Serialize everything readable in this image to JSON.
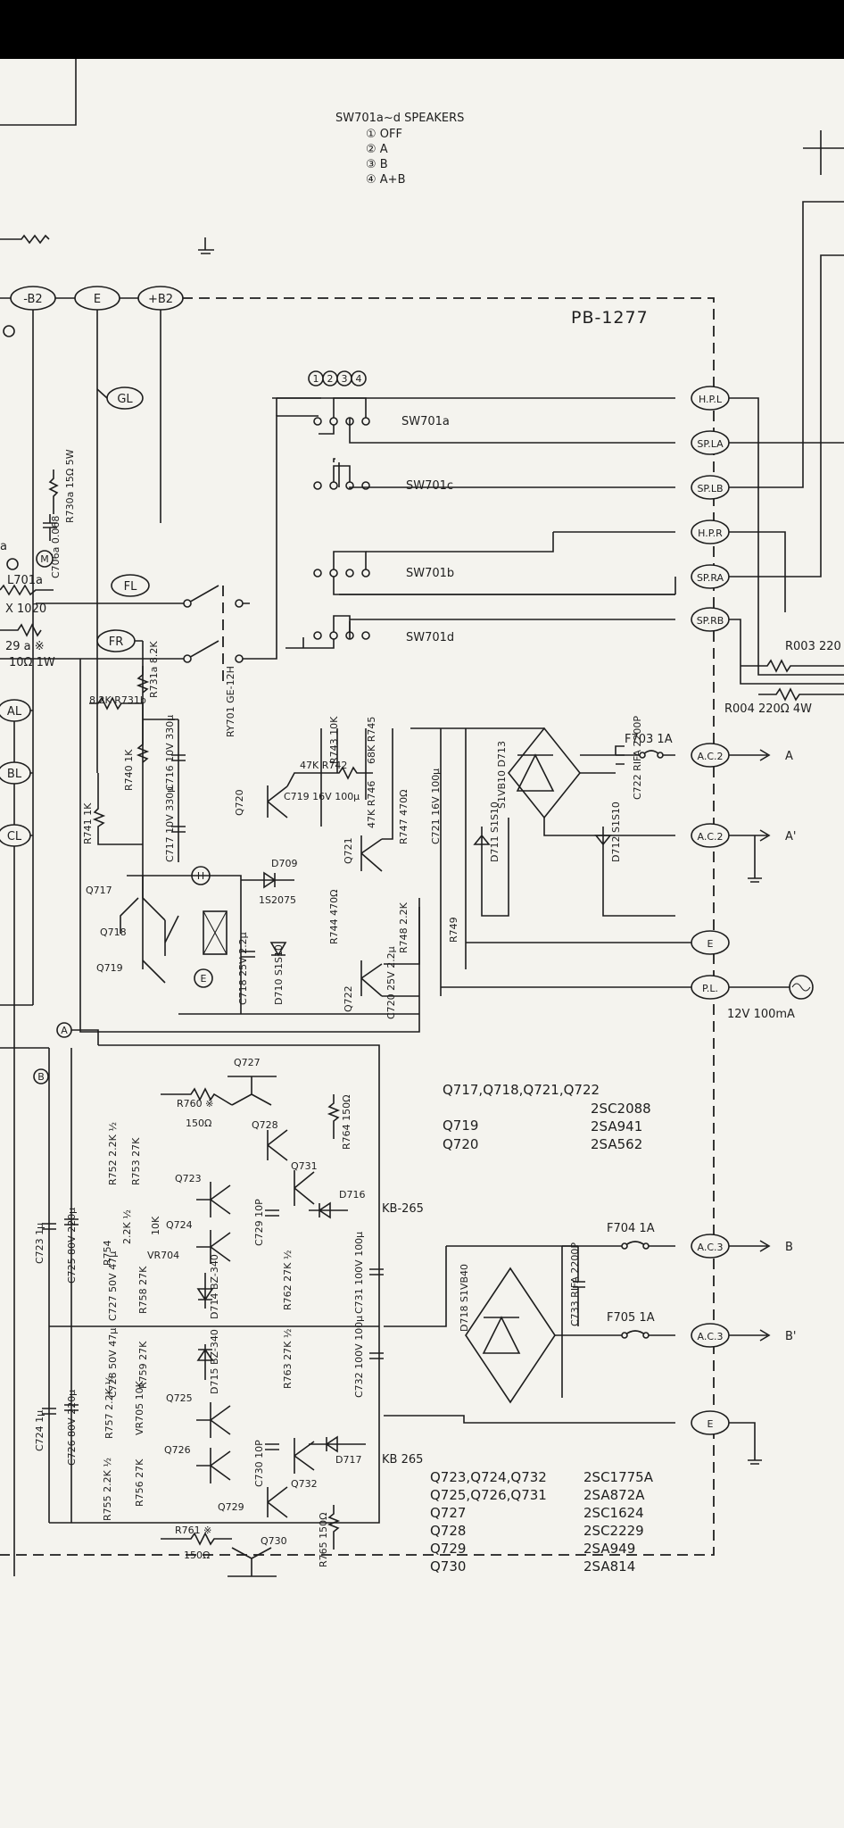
{
  "switch_legend": {
    "title": "SW701a~d   SPEAKERS",
    "items": [
      "① OFF",
      "② A",
      "③ B",
      "④ A+B"
    ]
  },
  "board": {
    "name": "PB-1277",
    "switch_positions": [
      "1",
      "2",
      "3",
      "4"
    ],
    "switches": [
      "SW701a",
      "SW701c",
      "SW701b",
      "SW701d"
    ]
  },
  "top_terminals": [
    "-B2",
    "E",
    "+B2"
  ],
  "left_terminals": [
    "GL",
    "FL",
    "FR",
    "AL",
    "BL",
    "CL",
    "H",
    "E",
    "A",
    "B"
  ],
  "output_terminals": [
    "H.P.L",
    "SP.LA",
    "SP.LB",
    "H.P.R",
    "SP.RA",
    "SP.RB"
  ],
  "power_terminals": [
    {
      "label": "A.C.2",
      "arrow": "A"
    },
    {
      "label": "A.C.2",
      "arrow": "A'"
    },
    {
      "label": "E",
      "arrow": ""
    },
    {
      "label": "P.L.",
      "arrow": ""
    },
    {
      "label": "A.C.3",
      "arrow": "B"
    },
    {
      "label": "A.C.3",
      "arrow": "B'"
    },
    {
      "label": "E",
      "arrow": ""
    }
  ],
  "components_left": {
    "r730a": "R730a 15Ω 5W",
    "c706a": "C706a 0.068",
    "l701a": "L701a",
    "x1020": "X 1020",
    "r729a": "29 a ※",
    "r729_val": "10Ω 1W",
    "m_label": "M",
    "a_label": "a"
  },
  "components_upper": {
    "r731a": "R731a 8.2K",
    "r731b": "8.2K R731b",
    "r740": "R740 1K",
    "r741": "R741 1K",
    "c716": "C716 10V 330μ",
    "c717": "C717 10V 330μ",
    "ry701": "RY701 GE-12H",
    "q720": "Q720",
    "r742": "47K R742",
    "c719": "C719 16V 100μ",
    "r743": "R743 10K",
    "r745": "68K R745",
    "r746": "47K R746",
    "r747": "R747 470Ω",
    "c721": "C721 16V 100μ",
    "d709": "D709",
    "d709_type": "1S2075",
    "q721": "Q721",
    "q717": "Q717",
    "q718": "Q718",
    "q719": "Q719",
    "c718": "C718 25V 2.2μ",
    "d710": "D710 S1S10",
    "r744": "R744 470Ω",
    "r748": "R748 2.2K",
    "c720": "C720 25V 2.2μ",
    "r749": "R749",
    "q722": "Q722",
    "d711": "D711 S1S10",
    "d712": "D712 S1S10",
    "d713": "S1VB10 D713",
    "c722": "C722 RIFA 2200P",
    "f703": "F703 1A",
    "lamp": "12V 100mA",
    "r003": "R003 220",
    "r004": "R004 220Ω 4W"
  },
  "transistor_table_1": {
    "rows": [
      {
        "name": "Q717,Q718,Q721,Q722",
        "part": ""
      },
      {
        "name": "",
        "part": "2SC2088"
      },
      {
        "name": "Q719",
        "part": "2SA941"
      },
      {
        "name": "Q720",
        "part": "2SA562"
      }
    ]
  },
  "components_lower": {
    "q727": "Q727",
    "r760": "R760 ※",
    "r760_val": "150Ω",
    "q728": "Q728",
    "r764": "R764 150Ω",
    "q731": "Q731",
    "c723": "C723 1μ",
    "c725": "C725 80V 220μ",
    "r752": "R752 2.2K ½",
    "r753": "R753 27K",
    "q723": "Q723",
    "q724": "Q724",
    "c729": "C729 10P",
    "r754": "R754",
    "r754_val": "2.2K ½",
    "vr704_top": "10K",
    "vr704": "VR704",
    "d716": "D716",
    "d716_type": "KB-265",
    "r762": "R762 27K ½",
    "c731": "C731 100V 100μ",
    "c727": "C727 50V 47μ",
    "r758": "R758 27K",
    "d714": "D714 BZ-340",
    "d715": "D715 BZ-340",
    "c728": "C728 50V 47μ",
    "r759": "R759 27K",
    "r763": "R763 27K ½",
    "c732": "C732 100V 100μ",
    "c724": "C724 1μ",
    "c726": "C726 80V 220μ",
    "r757": "R757 2.2K ½",
    "vr705": "VR705 10K",
    "q725": "Q725",
    "q726": "Q726",
    "c730": "C730 10P",
    "d717": "D717",
    "d717_type": "KB 265",
    "r755": "R755 2.2K ½",
    "r756": "R756 27K",
    "q729": "Q729",
    "q732": "Q732",
    "r761": "R761 ※",
    "r761_val": "150Ω",
    "q730": "Q730",
    "r765": "R765 150Ω",
    "d718": "D718 S1VB40",
    "c733": "C733 RIFA 2200P",
    "f704": "F704 1A",
    "f705": "F705 1A"
  },
  "transistor_table_2": {
    "rows": [
      {
        "name": "Q723,Q724,Q732",
        "part": "2SC1775A"
      },
      {
        "name": "Q725,Q726,Q731",
        "part": "2SA872A"
      },
      {
        "name": "Q727",
        "part": "2SC1624"
      },
      {
        "name": "Q728",
        "part": "2SC2229"
      },
      {
        "name": "Q729",
        "part": "2SA949"
      },
      {
        "name": "Q730",
        "part": "2SA814"
      }
    ]
  }
}
